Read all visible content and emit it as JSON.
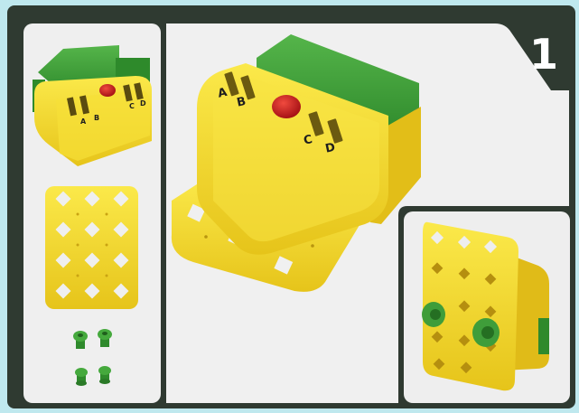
{
  "card": {
    "step_number": "1",
    "colors": {
      "frame": "#2f3a31",
      "panel": "#efefef",
      "part_yellow": "#f3dc1f",
      "part_green": "#3f9d3a",
      "button_red": "#c4161c"
    }
  },
  "large_view": {
    "port_labels": [
      "A",
      "B",
      "C",
      "D"
    ]
  },
  "small_view": {
    "port_labels": [
      "A",
      "B",
      "C",
      "D"
    ]
  },
  "parts": {
    "grid_plate_holes": 12,
    "green_pegs": 4
  }
}
